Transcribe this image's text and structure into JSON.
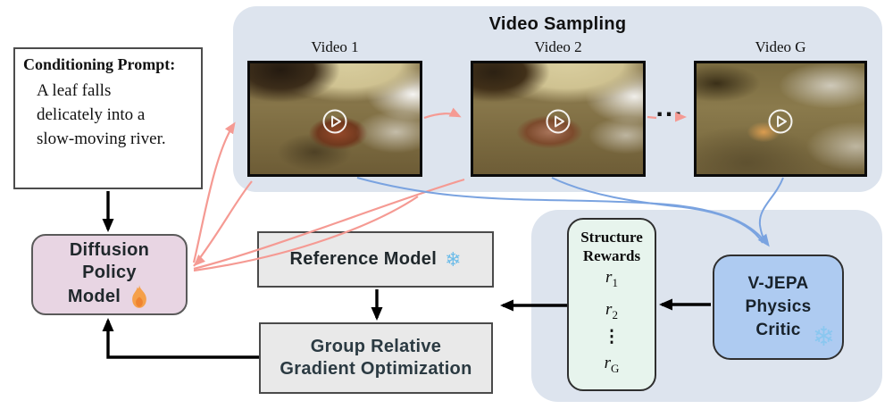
{
  "video_panel": {
    "title": "Video Sampling",
    "videos": [
      {
        "label": "Video 1"
      },
      {
        "label": "Video 2"
      },
      {
        "label": "Video G"
      }
    ],
    "ellipsis": "..."
  },
  "prompt": {
    "title": "Conditioning Prompt:",
    "lines": [
      "A leaf falls",
      "delicately into a",
      "slow-moving river."
    ]
  },
  "dpm": {
    "lines": [
      "Diffusion",
      "Policy",
      "Model"
    ],
    "icon": "fire-icon"
  },
  "reference_model": {
    "label": "Reference Model",
    "icon": "snowflake-icon",
    "glyph": "❄"
  },
  "grgo": {
    "lines": [
      "Group Relative",
      "Gradient Optimization"
    ]
  },
  "structure_rewards": {
    "title_lines": [
      "Structure",
      "Rewards"
    ],
    "items": [
      {
        "base": "r",
        "sub": "1"
      },
      {
        "base": "r",
        "sub": "2"
      },
      {
        "base": "r",
        "sub": "G"
      }
    ],
    "vdots": "⋮"
  },
  "vjepa": {
    "lines": [
      "V-JEPA",
      "Physics",
      "Critic"
    ],
    "icon": "snowflake-icon",
    "glyph": "❄"
  },
  "colors": {
    "panel_bg": "#dde4ee",
    "dpm_fill": "#e8d5e3",
    "model_fill": "#e9e9e9",
    "rewards_fill": "#e7f4ed",
    "critic_fill": "#aecbf1",
    "sample_arrow_pink": "#f59a93",
    "critic_arrow_blue": "#7aa3e0",
    "black_arrow": "#000000"
  }
}
